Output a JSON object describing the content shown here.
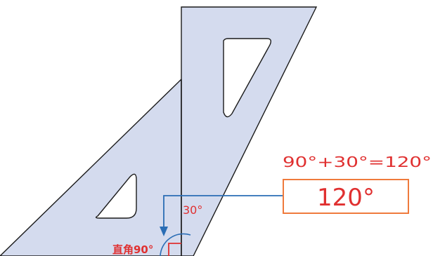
{
  "diagram": {
    "equation": "90°+30°=120°",
    "result": "120°",
    "angle_30": "30°",
    "right_angle": "直角90°"
  },
  "colors": {
    "triangle_fill": "#d4dbee",
    "outline": "#1a1a1a",
    "label_red": "#e03030",
    "box_orange": "#ef7a3c",
    "arrow_blue": "#2a6db5"
  }
}
